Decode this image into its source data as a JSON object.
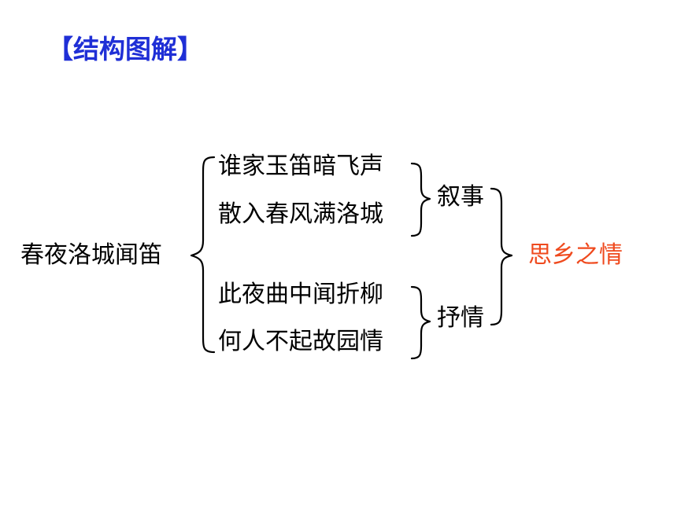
{
  "heading": "【结构图解】",
  "title_node": "春夜洛城闻笛",
  "lines": [
    "谁家玉笛暗飞声",
    "散入春风满洛城",
    "此夜曲中闻折柳",
    "何人不起故园情"
  ],
  "groups": [
    "叙事",
    "抒情"
  ],
  "conclusion": "思乡之情",
  "colors": {
    "heading": "#1f2fd6",
    "conclusion": "#ef4a1e",
    "text": "#000000"
  }
}
